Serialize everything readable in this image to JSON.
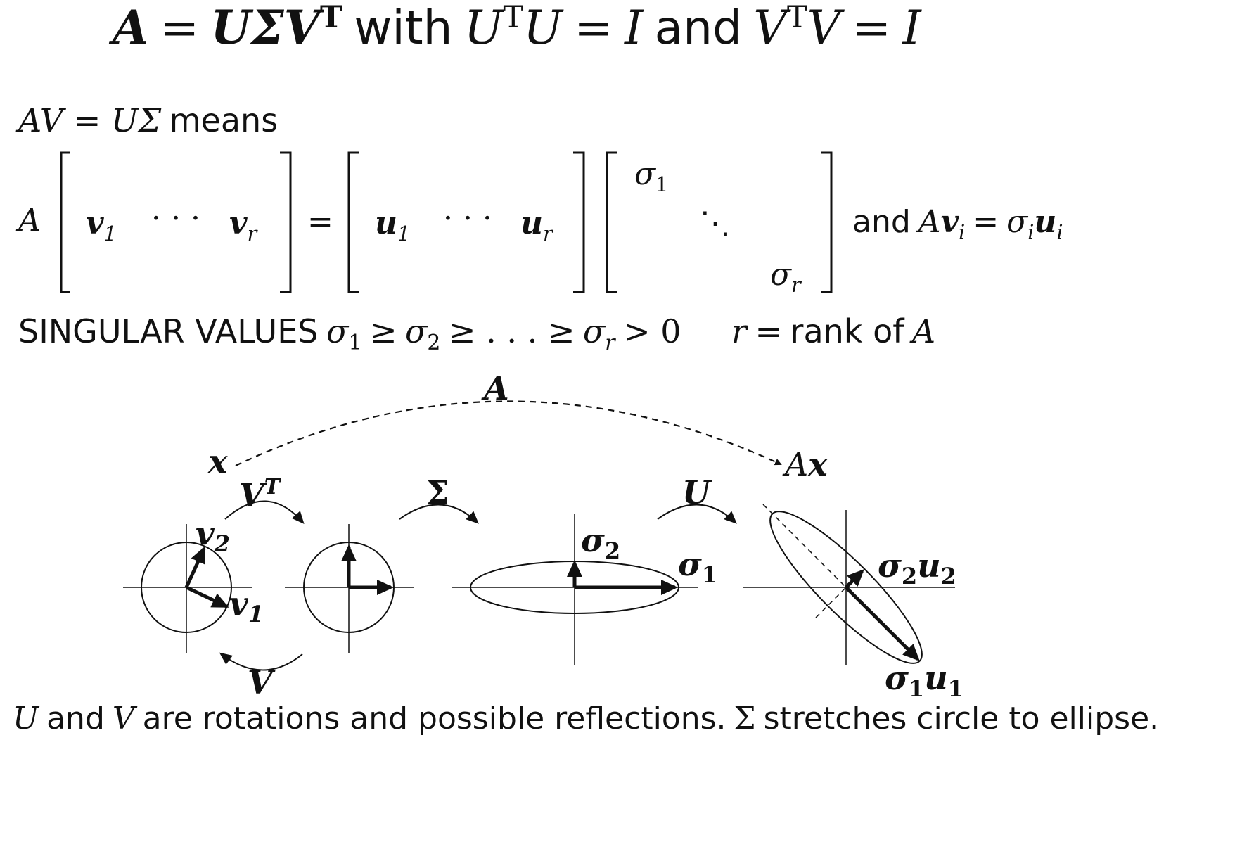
{
  "heading": {
    "A": "A",
    "eq1": "=",
    "UΣV": "UΣV",
    "T1": "T",
    "with": "with",
    "U1": "U",
    "T2": "T",
    "U2": "U",
    "eq2": "=",
    "I1": "I",
    "and": "and",
    "V1": "V",
    "T3": "T",
    "V2": "V",
    "eq3": "=",
    "I2": "I"
  },
  "line1": {
    "math": "AV = UΣ",
    "text": "means"
  },
  "matrix_equation": {
    "A": "A",
    "v1": "v",
    "v1_sub": "1",
    "dots1": "· · ·",
    "vr": "v",
    "vr_sub": "r",
    "equals": "=",
    "u1": "u",
    "u1_sub": "1",
    "dots2": "· · ·",
    "ur": "u",
    "ur_sub": "r",
    "sigma1": "σ",
    "sigma1_sub": "1",
    "ddots": "⋱",
    "sigmar": "σ",
    "sigmar_sub": "r",
    "and": "and",
    "rhs_A": "A",
    "rhs_v": "v",
    "rhs_v_sub": "i",
    "rhs_eq": "=",
    "rhs_sigma": "σ",
    "rhs_sigma_sub": "i",
    "rhs_u": "u",
    "rhs_u_sub": "i"
  },
  "singular_values": {
    "label": "SINGULAR VALUES",
    "s1": "σ",
    "s1_sub": "1",
    "ge1": "≥",
    "s2": "σ",
    "s2_sub": "2",
    "ge2": "≥ . . . ≥",
    "sr": "σ",
    "sr_sub": "r",
    "gt0": "> 0",
    "r": "r",
    "eq": "=",
    "rank_text": "rank of",
    "A": "A"
  },
  "diagram": {
    "A_label": "A",
    "x_label": "x",
    "Ax_A": "A",
    "Ax_x": "x",
    "VT_V": "V",
    "VT_T": "T",
    "Sigma": "Σ",
    "U": "U",
    "V": "V",
    "v2": "v",
    "v2_sub": "2",
    "v1": "v",
    "v1_sub": "1",
    "sigma2": "σ",
    "sigma2_sub": "2",
    "sigma1": "σ",
    "sigma1_sub": "1",
    "s2u2_s": "σ",
    "s2u2_ssub": "2",
    "s2u2_u": "u",
    "s2u2_usub": "2",
    "s1u1_s": "σ",
    "s1u1_ssub": "1",
    "s1u1_u": "u",
    "s1u1_usub": "1"
  },
  "caption": {
    "U": "U",
    "and": "and",
    "V": "V",
    "rest1": "are rotations and possible reflections.",
    "Sigma": "Σ",
    "rest2": "stretches circle to ellipse."
  }
}
